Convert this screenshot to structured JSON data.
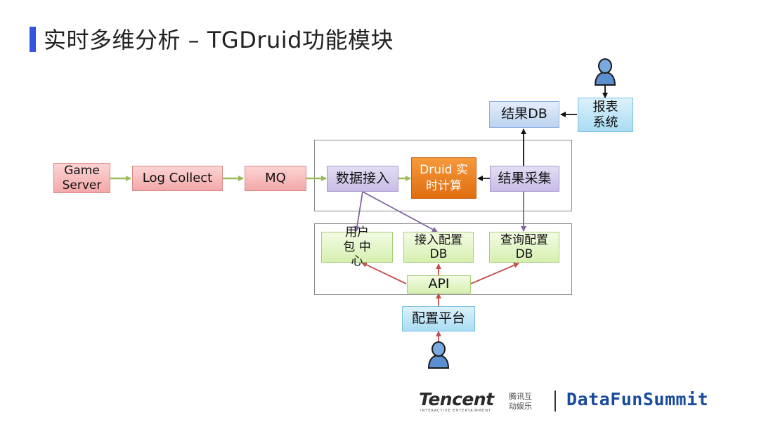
{
  "title": "实时多维分析 – TGDruid功能模块",
  "colors": {
    "accent": "#3355e0",
    "flow_arrow": "#9bbb59",
    "purple_arrow": "#8064a2",
    "red_arrow": "#c0504d",
    "druid_orange": "#e97b22"
  },
  "nodes": {
    "game_server": "Game Server",
    "log_collect": "Log Collect",
    "mq": "MQ",
    "data_ingest": "数据接入",
    "druid": "Druid 实时计算",
    "result_collect": "结果采集",
    "result_db": "结果DB",
    "report_system": "报表 系统",
    "user_pkg_center": "用户包 中心",
    "ingest_config_db": "接入配置 DB",
    "query_config_db": "查询配置 DB",
    "api": "API",
    "config_platform": "配置平台"
  },
  "icons": {
    "top_user": "user-icon",
    "bottom_user": "user-icon"
  },
  "footer": {
    "tencent": "Tencent",
    "tencent_sub": "INTERACTIVE ENTERTAINMENT",
    "tencent_cn": "腾讯互动娱乐",
    "datafun": "DataFunSummit"
  }
}
